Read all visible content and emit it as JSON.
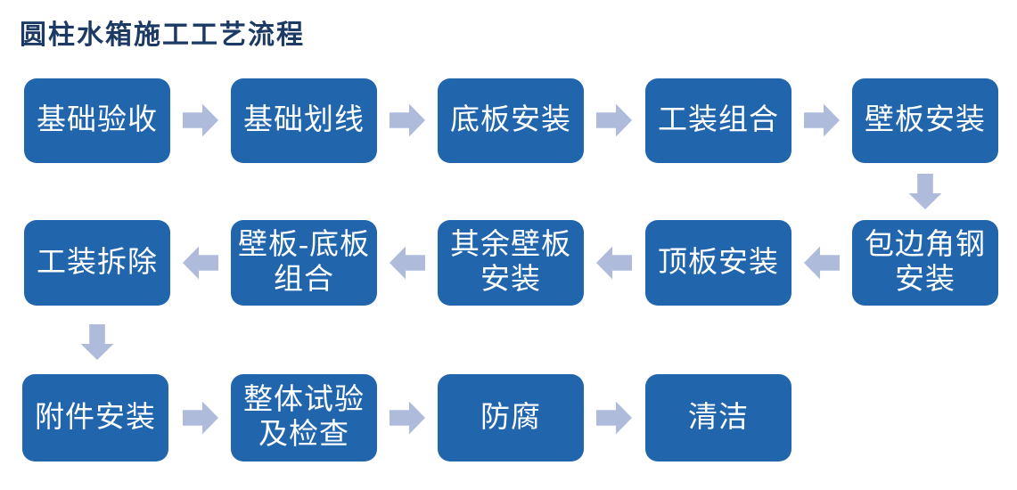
{
  "title": "圆柱水箱施工工艺流程",
  "colors": {
    "background": "#FFFFFF",
    "title_text": "#1C3A63",
    "node_fill": "#2165AD",
    "node_text": "#FFFFFF",
    "arrow_fill": "#AEBBDB"
  },
  "diagram": {
    "type": "flowchart",
    "nodes": [
      {
        "id": 1,
        "label": "基础验收"
      },
      {
        "id": 2,
        "label": "基础划线"
      },
      {
        "id": 3,
        "label": "底板安装"
      },
      {
        "id": 4,
        "label": "工装组合"
      },
      {
        "id": 5,
        "label": "壁板安装"
      },
      {
        "id": 6,
        "label": "包边角钢\n安装"
      },
      {
        "id": 7,
        "label": "顶板安装"
      },
      {
        "id": 8,
        "label": "其余壁板\n安装"
      },
      {
        "id": 9,
        "label": "壁板-底板\n组合"
      },
      {
        "id": 10,
        "label": "工装拆除"
      },
      {
        "id": 11,
        "label": "附件安装"
      },
      {
        "id": 12,
        "label": "整体试验\n及检查"
      },
      {
        "id": 13,
        "label": "防腐"
      },
      {
        "id": 14,
        "label": "清洁"
      }
    ],
    "edges": [
      {
        "from": "基础验收",
        "to": "基础划线",
        "direction": "right"
      },
      {
        "from": "基础划线",
        "to": "底板安装",
        "direction": "right"
      },
      {
        "from": "底板安装",
        "to": "工装组合",
        "direction": "right"
      },
      {
        "from": "工装组合",
        "to": "壁板安装",
        "direction": "right"
      },
      {
        "from": "壁板安装",
        "to": "包边角钢安装",
        "direction": "down"
      },
      {
        "from": "包边角钢安装",
        "to": "顶板安装",
        "direction": "left"
      },
      {
        "from": "顶板安装",
        "to": "其余壁板安装",
        "direction": "left"
      },
      {
        "from": "其余壁板安装",
        "to": "壁板-底板组合",
        "direction": "left"
      },
      {
        "from": "壁板-底板组合",
        "to": "工装拆除",
        "direction": "left"
      },
      {
        "from": "工装拆除",
        "to": "附件安装",
        "direction": "down"
      },
      {
        "from": "附件安装",
        "to": "整体试验及检查",
        "direction": "right"
      },
      {
        "from": "整体试验及检查",
        "to": "防腐",
        "direction": "right"
      },
      {
        "from": "防腐",
        "to": "清洁",
        "direction": "right"
      }
    ]
  }
}
